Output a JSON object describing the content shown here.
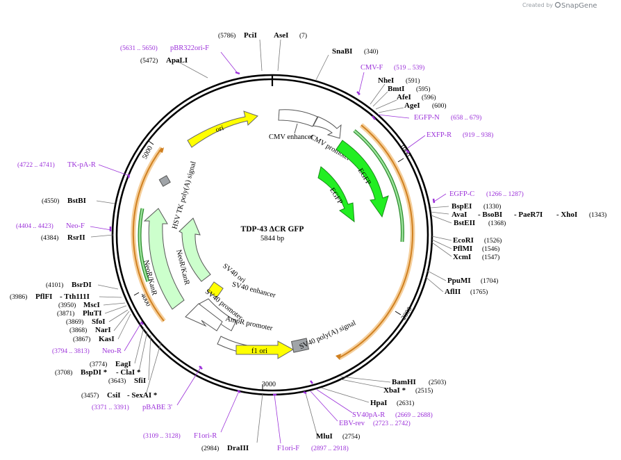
{
  "branding": {
    "prefix": "Created by",
    "name": "SnapGene"
  },
  "plasmid": {
    "name": "TDP-43 ΔCR GFP",
    "size": "5844 bp"
  },
  "ticks": [
    "1000",
    "2000",
    "3000",
    "4000",
    "5000"
  ],
  "features": {
    "ori": "ori",
    "cmv_enhancer": "CMV enhancer",
    "cmv_promoter": "CMV promoter",
    "egfp_1": "EGFP",
    "egfp_2": "EGFP",
    "hsv_tk": "HSV TK poly(A) signal",
    "neor_1": "NeoR/KanR",
    "neor_2": "NeoR/KanR",
    "sv40_ori": "SV40 ori",
    "sv40_enh": "SV40 enhancer",
    "sv40_prom": "SV40 promoter",
    "ampr_prom": "AmpR promoter",
    "f1_ori": "f1 ori",
    "sv40_polya": "SV40 poly(A) signal"
  },
  "enzymes": [
    {
      "name": "PciI",
      "pos": "(5786)"
    },
    {
      "name": "AseI",
      "pos": "(7)"
    },
    {
      "name": "SnaBI",
      "pos": "(340)"
    },
    {
      "name": "NheI",
      "pos": "(591)"
    },
    {
      "name": "BmtI",
      "pos": "(595)"
    },
    {
      "name": "AfeI",
      "pos": "(596)"
    },
    {
      "name": "AgeI",
      "pos": "(600)"
    },
    {
      "name": "ApaLI",
      "pos": "(5472)"
    },
    {
      "name": "BspEI",
      "pos": "(1330)"
    },
    {
      "name": "AvaI",
      "pos": ""
    },
    {
      "name": "- BsoBI",
      "pos": ""
    },
    {
      "name": "- PaeR7I",
      "pos": ""
    },
    {
      "name": "- XhoI",
      "pos": "(1343)"
    },
    {
      "name": "BstEII",
      "pos": "(1368)"
    },
    {
      "name": "EcoRI",
      "pos": "(1526)"
    },
    {
      "name": "PflMI",
      "pos": "(1546)"
    },
    {
      "name": "XcmI",
      "pos": "(1547)"
    },
    {
      "name": "PpuMI",
      "pos": "(1704)"
    },
    {
      "name": "AflII",
      "pos": "(1765)"
    },
    {
      "name": "BstBI",
      "pos": "(4550)"
    },
    {
      "name": "RsrII",
      "pos": "(4384)"
    },
    {
      "name": "BsrDI",
      "pos": "(4101)"
    },
    {
      "name": "PflFI",
      "pos": "(3986)"
    },
    {
      "name": "- Tth111I",
      "pos": ""
    },
    {
      "name": "MscI",
      "pos": "(3950)"
    },
    {
      "name": "PluTI",
      "pos": "(3871)"
    },
    {
      "name": "SfoI",
      "pos": "(3869)"
    },
    {
      "name": "NarI",
      "pos": "(3868)"
    },
    {
      "name": "KasI",
      "pos": "(3867)"
    },
    {
      "name": "EagI",
      "pos": "(3774)"
    },
    {
      "name": "BspDI *",
      "pos": "(3708)"
    },
    {
      "name": "- ClaI *",
      "pos": ""
    },
    {
      "name": "SfiI",
      "pos": "(3643)"
    },
    {
      "name": "CsiI",
      "pos": "(3457)"
    },
    {
      "name": "- SexAI *",
      "pos": ""
    },
    {
      "name": "DraIII",
      "pos": "(2984)"
    },
    {
      "name": "MluI",
      "pos": "(2754)"
    },
    {
      "name": "HpaI",
      "pos": "(2631)"
    },
    {
      "name": "XbaI *",
      "pos": "(2515)"
    },
    {
      "name": "BamHI",
      "pos": "(2503)"
    }
  ],
  "primers": [
    {
      "name": "pBR322ori-F",
      "pos": "(5631 .. 5650)"
    },
    {
      "name": "CMV-F",
      "pos": "(519 .. 539)"
    },
    {
      "name": "EGFP-N",
      "pos": "(658 .. 679)"
    },
    {
      "name": "EXFP-R",
      "pos": "(919 .. 938)"
    },
    {
      "name": "TK-pA-R",
      "pos": "(4722 .. 4741)"
    },
    {
      "name": "EGFP-C",
      "pos": "(1266 .. 1287)"
    },
    {
      "name": "Neo-F",
      "pos": "(4404 .. 4423)"
    },
    {
      "name": "Neo-R",
      "pos": "(3794 .. 3813)"
    },
    {
      "name": "pBABE 3'",
      "pos": "(3371 .. 3391)"
    },
    {
      "name": "F1ori-R",
      "pos": "(3109 .. 3128)"
    },
    {
      "name": "F1ori-F",
      "pos": "(2897 .. 2918)"
    },
    {
      "name": "EBV-rev",
      "pos": "(2723 .. 2742)"
    },
    {
      "name": "SV40pA-R",
      "pos": "(2669 .. 2688)"
    }
  ],
  "colors": {
    "egfp": "#22ee22",
    "neor": "#ccffcc",
    "ori": "#ffff00",
    "primer": "#9b30d9",
    "orf": "#f0a040",
    "polya": "#a0a4a8",
    "promoter": "#ffffff"
  }
}
